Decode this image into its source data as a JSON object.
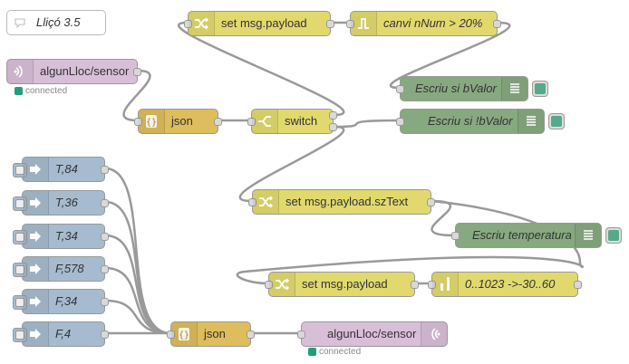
{
  "colors": {
    "change": "#e2d96e",
    "rbe": "#e2d96e",
    "function": "#e2d96e",
    "range": "#e2d96e",
    "json": "#debd5c",
    "mqtt": "#d8bfd8",
    "inject": "#a6bbcf",
    "debug": "#87a980",
    "wire": "#999999",
    "connected": "#1fa07a"
  },
  "comment": {
    "label": "Lliçó 3.5",
    "icon": "comment-icon"
  },
  "mqtt_in": {
    "label": "algunLloc/sensor",
    "status": "connected",
    "icon": "wifi-icon"
  },
  "mqtt_out": {
    "label": "algunLloc/sensor",
    "status": "connected",
    "icon": "wifi-icon"
  },
  "json_top": {
    "label": "json",
    "icon": "braces-icon"
  },
  "json_bottom": {
    "label": "json",
    "icon": "braces-icon"
  },
  "switch": {
    "label": "switch",
    "icon": "switch-icon"
  },
  "change_payload_top": {
    "label": "set msg.payload",
    "icon": "shuffle-icon"
  },
  "rbe": {
    "label": "canvi nNum > 20%",
    "icon": "rbe-icon"
  },
  "debug_bvalor": {
    "label": "Escriu si bValor",
    "icon": "list-icon"
  },
  "debug_not_bvalor": {
    "label": "Escriu si !bValor",
    "icon": "list-icon"
  },
  "change_sztext": {
    "label": "set msg.payload.szText",
    "icon": "shuffle-icon"
  },
  "debug_temp": {
    "label": "Escriu temperatura",
    "icon": "list-icon"
  },
  "change_payload_bottom": {
    "label": "set msg.payload",
    "icon": "shuffle-icon"
  },
  "range": {
    "label": "0..1023 ->-30..60",
    "icon": "range-icon"
  },
  "injects": [
    {
      "label": "T,84"
    },
    {
      "label": "T,36"
    },
    {
      "label": "T,34"
    },
    {
      "label": "F,578"
    },
    {
      "label": "F,34"
    },
    {
      "label": "F,4"
    }
  ]
}
